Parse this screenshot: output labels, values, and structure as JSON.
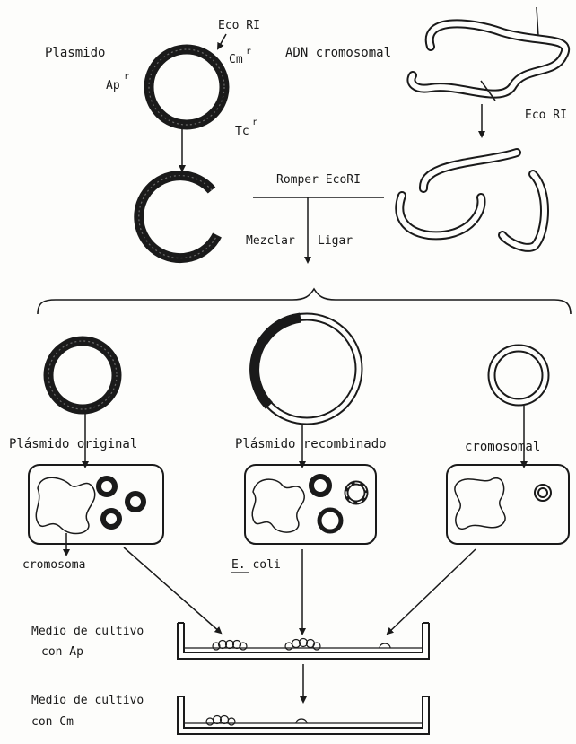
{
  "labels": {
    "plasmido": "Plasmido",
    "eco_ri_top": "Eco RI",
    "cm": "Cm",
    "ap": "Ap",
    "tc": "Tc",
    "sup_r": "r",
    "adn_cromosomal": "ADN cromosomal",
    "eco_ri_right": "Eco RI",
    "romper_ecori": "Romper EcoRI",
    "mezclar": "Mezclar",
    "ligar": "Ligar",
    "plasmido_original": "Plásmido  original",
    "plasmido_recombinado": "Plásmido recombinado",
    "cromosomal": "cromosomal",
    "cromosoma": "cromosoma",
    "e_coli": "E. coli",
    "medio_ap_1": "Medio de cultivo",
    "medio_ap_2": "con Ap",
    "medio_cm_1": "Medio de cultivo",
    "medio_cm_2": "con Cm"
  }
}
